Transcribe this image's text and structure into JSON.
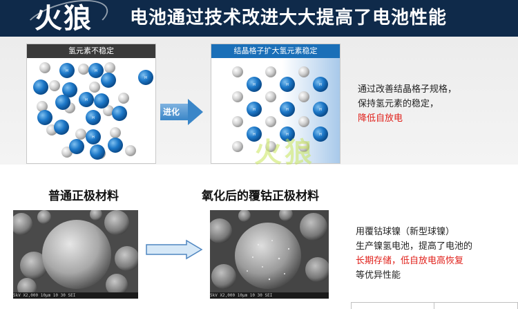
{
  "header": {
    "logo": "火狼",
    "title": "电池通过技术改进大大提高了电池性能"
  },
  "top_left_panel": {
    "label": "氢元素不稳定"
  },
  "top_right_panel": {
    "label": "结晶格子扩大氢元素稳定"
  },
  "evolve_arrow": {
    "label": "进化"
  },
  "top_text": {
    "line1": "通过改善结晶格子规格，",
    "line2": "保持氢元素的稳定，",
    "line3_highlight": "降低自放电"
  },
  "watermark": "火狼",
  "bottom_left": {
    "caption": "普通正极材料",
    "scale_bar": "5kV  X2,000  10μm  10 30 SEI"
  },
  "bottom_right": {
    "caption": "氧化后的覆钴正极材料",
    "scale_bar": "5kV  X2,000  10μm  10 30 SEI"
  },
  "bottom_text": {
    "line1": "用覆钴球镍（新型球镍）",
    "line2": "生产镍氢电池，提高了电池的",
    "line3_highlight": "长期存储，低自放电高恢复",
    "line4": "等优异性能"
  },
  "colors": {
    "banner": "#0f2a4a",
    "accent_blue": "#1a6fb8",
    "highlight_red": "#e0201a",
    "atom_blue": "#1d78c8",
    "atom_grey": "#bdbdbd"
  }
}
